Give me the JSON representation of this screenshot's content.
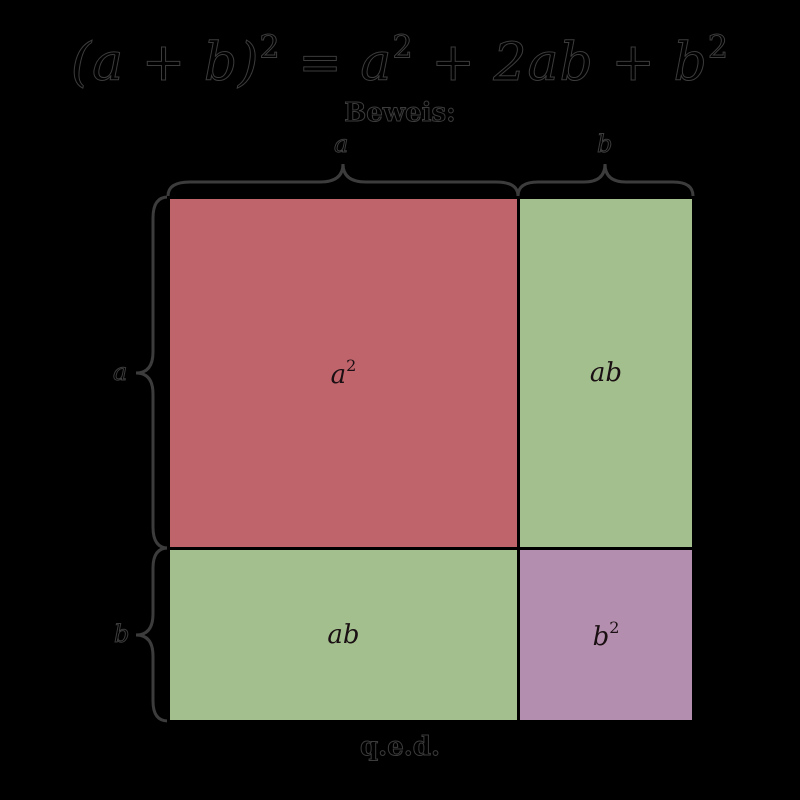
{
  "title": {
    "formula": "(a + b)² = a² + 2ab + b²",
    "parts": [
      "(a",
      "+",
      "b)",
      "2",
      "=",
      "a",
      "2",
      "+",
      "2ab",
      "+",
      "b",
      "2"
    ]
  },
  "subtitle": "Beweis:",
  "footer": "q.e.d.",
  "braces": {
    "top_a": "a",
    "top_b": "b",
    "left_a": "a",
    "left_b": "b"
  },
  "cells": [
    {
      "id": "a-squared",
      "base": "a",
      "exp": "2",
      "color": "#C0646C"
    },
    {
      "id": "ab-top-right",
      "base": "ab",
      "exp": "",
      "color": "#A3BF8E"
    },
    {
      "id": "ab-bottom-left",
      "base": "ab",
      "exp": "",
      "color": "#A3BF8E"
    },
    {
      "id": "b-squared",
      "base": "b",
      "exp": "2",
      "color": "#B48EAE"
    }
  ],
  "colors": {
    "background": "#000000",
    "outline_stroke": "#3c3c3c",
    "red": "#C0646C",
    "green": "#A3BF8E",
    "purple": "#B48EAE"
  }
}
